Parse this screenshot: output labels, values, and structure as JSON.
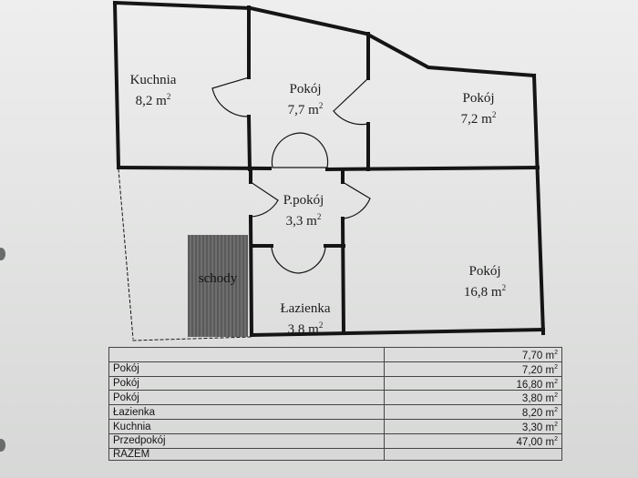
{
  "rooms": {
    "kuchnia": {
      "name": "Kuchnia",
      "area": "8,2 m",
      "unit_exp": "2"
    },
    "pokoj_1": {
      "name": "Pokój",
      "area": "7,7 m",
      "unit_exp": "2"
    },
    "pokoj_2": {
      "name": "Pokój",
      "area": "7,2 m",
      "unit_exp": "2"
    },
    "przedpokoj": {
      "name": "P.pokój",
      "area": "3,3 m",
      "unit_exp": "2"
    },
    "pokoj_3": {
      "name": "Pokój",
      "area": "16,8 m",
      "unit_exp": "2"
    },
    "lazienka": {
      "name": "Łazienka",
      "area": "3,8 m",
      "unit_exp": "2"
    },
    "schody": {
      "name": "schody"
    }
  },
  "area_table": {
    "labels": [
      "Pokój",
      "Pokój",
      "Pokój",
      "Łazienka",
      "Kuchnia",
      "Przedpokój",
      "RAZEM"
    ],
    "values": [
      "7,70 m",
      "7,20 m",
      "16,80 m",
      "3,80 m",
      "8,20 m",
      "3,30 m",
      "47,00 m"
    ],
    "unit_exp": "2"
  },
  "colors": {
    "wall": "#151515",
    "paper": "#e6e7e6",
    "stairs": "#636363"
  }
}
